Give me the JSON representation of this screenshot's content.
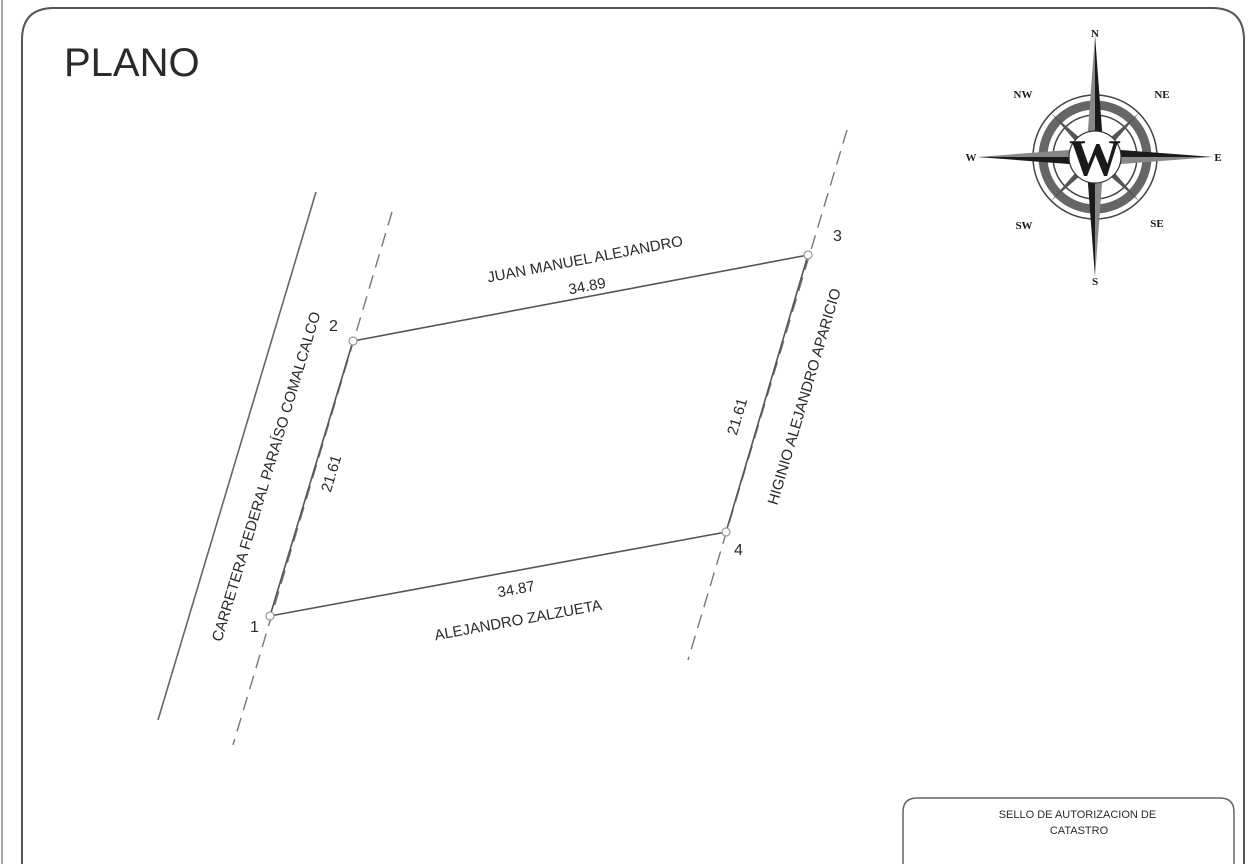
{
  "document": {
    "title": "PLANO",
    "stamp_label": "SELLO DE AUTORIZACION DE CATASTRO"
  },
  "plot": {
    "vertices": [
      {
        "id": "1",
        "label": "1"
      },
      {
        "id": "2",
        "label": "2"
      },
      {
        "id": "3",
        "label": "3"
      },
      {
        "id": "4",
        "label": "4"
      }
    ],
    "sides": {
      "north": {
        "length": "34.89",
        "neighbor": "JUAN MANUEL ALEJANDRO"
      },
      "south": {
        "length": "34.87",
        "neighbor": "ALEJANDRO ZALZUETA"
      },
      "west": {
        "length": "21.61",
        "neighbor": "CARRETERA FEDERAL PARAÍSO COMALCALCO"
      },
      "east": {
        "length": "21.61",
        "neighbor": "HIGINIO ALEJANDRO APARICIO"
      }
    }
  },
  "compass": {
    "center_letter": "W",
    "directions": {
      "n": "N",
      "ne": "NE",
      "e": "E",
      "se": "SE",
      "s": "S",
      "sw": "SW",
      "w": "W",
      "nw": "NW"
    }
  },
  "colors": {
    "line": "#555555",
    "text": "#2a2a2a"
  }
}
